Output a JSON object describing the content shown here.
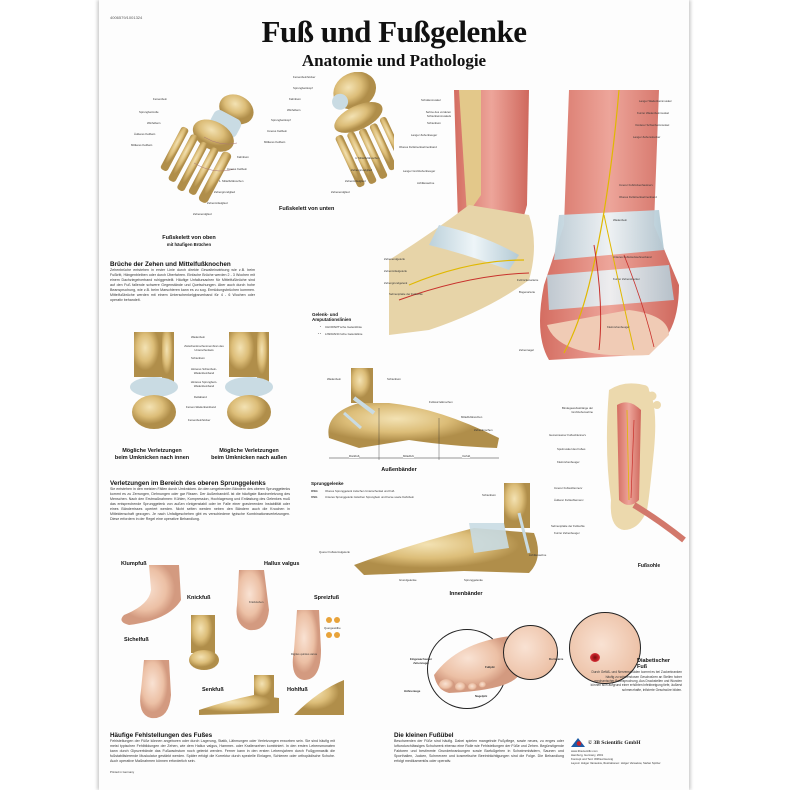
{
  "poster": {
    "code": "4006579/1001324",
    "title": "Fuß und Fußgelenke",
    "subtitle": "Anatomie und Pathologie"
  },
  "figures": {
    "skeleton_top": {
      "caption_line1": "Fußskelett von oben",
      "caption_line2": "mit häufigen Brüchen",
      "labels": [
        "Fersenbein",
        "Sprungbeinrolle",
        "Würfelbein",
        "Äußeres Keilbein",
        "Mittleres Keilbein",
        "Kahnbein",
        "Inneres Keilbein",
        "1. Mittelfußknochen",
        "Zehengrundglied",
        "Zehenmittelglied",
        "Zehenendglied"
      ]
    },
    "skeleton_bottom": {
      "caption": "Fußskelett von unten",
      "labels": [
        "Fersenbeinhöcker",
        "Sprungbeinkopf",
        "Kahnbein",
        "Würfelbein",
        "Sprungbeinkopf",
        "Inneres Keilbein",
        "Mittleres Keilbein",
        "4. Mittelfußknochen",
        "Zehengrundglied",
        "Zehenmittelglied",
        "Zehenendglied"
      ]
    },
    "muscles_lateral": {
      "labels": [
        "Schollenmuskel",
        "Sehne des vorderen Schienbeinmuskels",
        "Schienbein",
        "Langer Zehenbeuger",
        "Oberes Fußstrecksehnenband",
        "Hintere Schienbeinarterie, Schienbeinnerv",
        "Langer Großzehenbeuger",
        "Achillessehne",
        "Unteres Fußstrecksehnenband",
        "Fußbeugehaltband",
        "Sehnenscheide des hinteren Schienbeinmuskels",
        "Sehnenscheide des langen Großzehenbeugers",
        "Zehenendgelenk",
        "Zehenmittelgelenk",
        "Zehengrundgelenk",
        "Sehnenplatte der Fußsohle"
      ]
    },
    "muscles_front": {
      "labels": [
        "Langer Wadenbeinmuskel",
        "Kurzer Wadenbeinmuskel",
        "Vorderer Schienbeinmuskel",
        "Langer Zehenstrecker",
        "Oberflächlicher Wadenbeinnerv",
        "Sehne des langen Großzehenstreckers",
        "Vordere Schienbeinarterie, Tiefer Wadenbeinnerv",
        "Innerer Fußrückenhautnerv",
        "Oberes Fußstrecksehnenband",
        "Mittlerer Fußrückenhautnerv",
        "Wadenbein",
        "Sehnenscheide des langen Zehenstreckers",
        "Äußere obere Knöchelarterie",
        "Unteres Fußstrecksehnenband",
        "Äußerer Fußrückennerv",
        "Kurzer Zehenstrecker",
        "Sehne des langen Wadenbeinmuskels",
        "Sehne des kurzen Wadenbeinmuskels",
        "Zwischenknochenmuskel des Fußes",
        "Kleinzehenbeuger",
        "Sehne des langen Zehenstreckers",
        "Verbindungsast der Fußrückenmittelfußarterie",
        "Fußrückenarterie",
        "Bogenarterie",
        "Hautnerven des Fußrückens",
        "Mittelfußarterien des Fußrückens",
        "Eigene Zehennerven des Fußrückens",
        "Eigene Zehenarterien des Fußrückens",
        "Zehennagel"
      ]
    },
    "joint_legend": {
      "title_line1": "Gelenk- und",
      "title_line2": "Amputationslinien",
      "rows": [
        {
          "symbol": "*",
          "label": "CHOPART'sche Gelenklinie"
        },
        {
          "symbol": "* *",
          "label": "LISFRANC'sche Gelenklinie"
        }
      ]
    },
    "ankle_inward": {
      "caption_line1": "Mögliche Verletzungen",
      "caption_line2": "beim Umknicken nach innen"
    },
    "ankle_outward": {
      "caption_line1": "Mögliche Verletzungen",
      "caption_line2": "beim Umknicken nach außen"
    },
    "ankle_labels": [
      "Wadenbein",
      "Zwischenknochenmembran des Unterschenkels",
      "Schienbein",
      "Hinteres Schienbein-Wadenbeinband",
      "Hinteres Sprungbein-Wadenbeinband",
      "Deltaband",
      "Fersen-Wadenbeinband",
      "Fersenbeinhöcker"
    ],
    "ligaments_outer": {
      "caption": "Außenbänder",
      "labels": [
        "Wadenbein",
        "Schienbein",
        "Hinteres Schienbein-Wadenbeinband",
        "Vorderes Schienbein-Wadenbeinband",
        "Vorderes Sprungbein-Wadenbeinband",
        "Hinteres Sprungbein-Wadenbeinband",
        "Fersen-Wadenbeinband",
        "Fußwurzelknochen",
        "Mittelfußknochen",
        "Zehenknochen",
        "Höckerfortsatz der Ferse"
      ],
      "segments": [
        "Rückfuß",
        "Mittelfuß",
        "Vorfuß"
      ]
    },
    "sprunggelenke_legend": {
      "title": "Sprunggelenke",
      "rows": [
        {
          "abbr": "OSG",
          "label": "Oberes Sprunggelenk zwischen Unterschenkel und Fuß"
        },
        {
          "abbr": "USG",
          "label": "Unteres Sprunggelenk zwischen Sprungbein und Ferse sowie Kahnbein"
        }
      ]
    },
    "ligaments_inner": {
      "caption": "Innenbänder",
      "labels": [
        "Schienbein",
        "Deltaband, hinterer Schienbein-Sprungbeinanteil",
        "Deltaband, Schienbein-Fersenanteil",
        "Deltaband, vorderer Schienbein-Sprungbeinanteil",
        "Deltaband, Schienbein-Kahnbeinanteil",
        "Querer Fußwurzelgelenk",
        "Fußwurzel-Mittelfußgelenke",
        "Achillessehne",
        "Abrollbuckel der Ferse",
        "Grundgelenke",
        "Sprunggelenke"
      ]
    },
    "sole": {
      "caption": "Fußsohle",
      "labels": [
        "Bindegewebsstränge der Großzehensehne",
        "Sehne des langen Zehenbeugers",
        "Gemeinsamer Fußsohlennerv",
        "Spulmuskel des Fußes",
        "Kleinzehenbeuger",
        "Sehne des langen Zehenbeugers",
        "Innerer Fußsohlennerv",
        "Äußerer Fußsohlennerv",
        "Mittlere Fußsohlenarterie",
        "Sehnenplatte der Fußsohle",
        "Kurzer Zehenbeuger"
      ]
    },
    "deformities": {
      "items": [
        "Klumpfuß",
        "Hallux valgus",
        "Knickfuß",
        "Spreizfuß",
        "Sichelfuß",
        "Senkfuß",
        "Hohlfuß"
      ],
      "sub_labels": [
        "Knickzehen",
        "Quergewölbe",
        "Digitus quintus varus"
      ]
    },
    "small_ailments": {
      "labels": [
        "Eingewachsener Zehennagel",
        "Fußpilz",
        "Dornwarze",
        "Hühnerauge",
        "Nagelpilz"
      ]
    },
    "diabetic": {
      "title_line1": "Diabetischer",
      "title_line2": "Fuß",
      "text": "Durch Gefäß- und Nervenschäden kommt es bei Zuckerkranken häufig zu schmerzlosen Geschwüren an Stellen hoher mechanischer Beanspruchung. Aus Druckstellen und Wunden können sich aufgrund einer erhöhten Infektneigung tiefe, äußerst schmerzhafte, infizierte Geschwüre bilden."
    }
  },
  "sections": {
    "fractures": {
      "heading": "Brüche der Zehen und Mittelfußknochen",
      "text": "Zehenbrüche entstehen in erster Linie durch direkte Gewalteinwirkung wie z.B. beim Fußtritt, Hängenbleiben oder durch Überfahren. Einfache Brüche werden 2 - 3 Wochen mit einem Dachziegelverband ruhiggestellt. Häufige Unfallursachen für Mittelfußbrüche sind auf den Fuß fallende schwere Gegenstände und Quetschungen. Aber auch durch hohe Beanspruchung, wie z.B. beim Marschieren kann es zu sog. Ermüdungsbrüchen kommen. Mittelfußbrüche werden mit einem Unterschenkelgipsverband für 4 - 6 Wochen oder operativ behandelt."
    },
    "ankle_injuries": {
      "heading": "Verletzungen im Bereich des oberen Sprunggelenks",
      "text": "Sie entstehen in den meisten Fällen durch Umknicken. An den umgebenden Bändern des oberen Sprunggelenks kommt es zu Zerrungen, Dehnungen oder gar Rissen. Der Außenbandriß ist die häufigste Bandverletzung des Menschen. Nach den Erstmaßnahmen: Kühlen, Kompression, Hochlagerung und Entlastung des Gelenkes muß das entsprechende Sprunggelenk von außen röntgenstabil oder im Falle einer gravierenden Instabilität oder eines Bänderrisses operiert werden. Nicht selten werden neben den Bändern auch die Knochen in Mitleidenschaft gezogen. Je nach Unfallgeschehen gibt es verschiedene typische Kombinationsverletzungen. Diese erfordern in der Regel eine operative Behandlung."
    },
    "deformities": {
      "heading": "Häufige Fehlstellungen des Fußes",
      "text": "Fehlstellungen der Füße können angeboren oder durch Lagerung, Statik, Lähmungen oder Verletzungen erworben sein. Sie sind häufig mit meist typischen Fehlbildungen der Zehen, wie dem Hallux valgus, Hammer- oder Krallenzehen kombiniert. In den ersten Lebensmonaten kann durch Gipsverbände das Fußwachstum noch gelenkt werden. Ferner kann in den ersten Lebensjahren durch Fußgymnastik die fußstabilisierende Muskulatur gestärkt werden. Später erfolgt die Korrektur durch spezielle Einlagen, Schienen oder orthopädische Schuhe. Auch operative Maßnahmen können erforderlich sein."
    },
    "small_ailments": {
      "heading": "Die kleinen Fußübel",
      "text": "Beschwerden der Füße sind häufig. Dabei spielen mangelnde Fußpflege, sowie neues, zu enges oder luftundurchlässiges Schuhwerk ebenso eine Rolle wie Fehlstellungen der Füße und Zehen. Begünstigende Faktoren und bestimmte Grunderkrankungen sowie Barfußgehen in Schwimmbädern, Saunen und Sporthallen, Jucken, Schmerzen und kosmetische Beeinträchtigungen sind die Folge. Die Behandlung erfolgt medikamentös oder operativ."
    }
  },
  "footer": {
    "printed": "Printed in Germany",
    "publisher": "© 3B Scientific GmbH",
    "lines": [
      "www.3bscientific.com",
      "Hamburg, Germany, 2001",
      "Konzept und Text: Wilfried Hennig",
      "Layout: Holger Vanselow, Illustrationen: Holger Vanselow, Stefan Spitzer"
    ]
  },
  "colors": {
    "bone": "#ddbf7c",
    "muscle": "#d9786a",
    "tendon": "#dbe8ee",
    "skin": "#ecc0a5",
    "text": "#111111",
    "logo_blue": "#1c5aa6",
    "logo_red": "#c8242b"
  }
}
